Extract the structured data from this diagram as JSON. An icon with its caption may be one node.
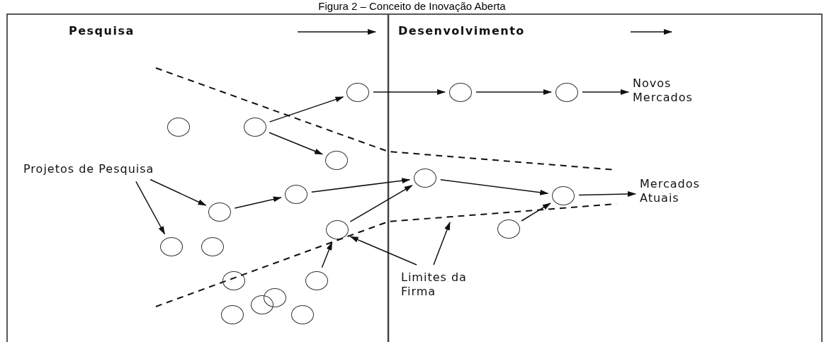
{
  "diagram": {
    "title": "Figura 2 – Conceito de Inovação Aberta",
    "nodes": [
      {
        "text": [],
        "shape": "circle"
      },
      {
        "text": [],
        "shape": "circle"
      },
      {
        "text": [],
        "shape": "circle"
      },
      {
        "text": [
          "Novos Mercados"
        ]
      },
      {
        "text": [],
        "shape": "circle"
      },
      {
        "text": [],
        "shape": "circle"
      },
      {
        "text": [],
        "shape": "circle"
      },
      {
        "text": [
          "Projetos de Pesquisa"
        ]
      },
      {
        "text": [],
        "shape": "circle"
      },
      {
        "text": [
          "Mercados Atuais"
        ]
      },
      {
        "text": [],
        "shape": "circle"
      },
      {
        "text": [],
        "shape": "circle"
      },
      {
        "text": [],
        "shape": "circle"
      },
      {
        "text": [],
        "shape": "circle"
      },
      {
        "text": [],
        "shape": "circle"
      },
      {
        "text": [],
        "shape": "circle"
      },
      {
        "text": [],
        "shape": "circle"
      },
      {
        "text": [],
        "shape": "circle"
      },
      {
        "text": [],
        "shape": "circle"
      },
      {
        "text": [
          "Limites da Firma"
        ]
      },
      {
        "text": [],
        "shape": "circle"
      },
      {
        "text": [],
        "shape": "circle"
      },
      {
        "text": [],
        "shape": "circle"
      },
      {
        "text": [],
        "shape": "circle"
      }
    ],
    "edges": [
      {
        "from": 5,
        "to": 0,
        "arrow": "to"
      },
      {
        "from": 5,
        "to": 6,
        "arrow": "to"
      },
      {
        "from": 0,
        "to": 1,
        "arrow": "to"
      },
      {
        "from": 1,
        "to": 2,
        "arrow": "to"
      },
      {
        "from": 2,
        "to": 3,
        "arrow": "to"
      },
      {
        "from": 7,
        "to": 12,
        "arrow": "to"
      },
      {
        "from": 7,
        "to": 15,
        "arrow": "to"
      },
      {
        "from": 12,
        "to": 10,
        "arrow": "to"
      },
      {
        "from": 10,
        "to": 8,
        "arrow": "to"
      },
      {
        "from": 13,
        "to": 8,
        "arrow": "to"
      },
      {
        "from": 8,
        "to": 11,
        "arrow": "to"
      },
      {
        "from": 11,
        "to": 9,
        "arrow": "to"
      },
      {
        "from": 14,
        "to": 11,
        "arrow": "to"
      },
      {
        "from": 18,
        "to": 13,
        "arrow": "to"
      },
      {
        "from": 19,
        "to": 13,
        "arrow": "to"
      },
      {
        "from": 19,
        "to": null,
        "arrow": "to"
      }
    ],
    "labels": [
      "Pesquisa",
      "Desenvolvimento"
    ]
  }
}
